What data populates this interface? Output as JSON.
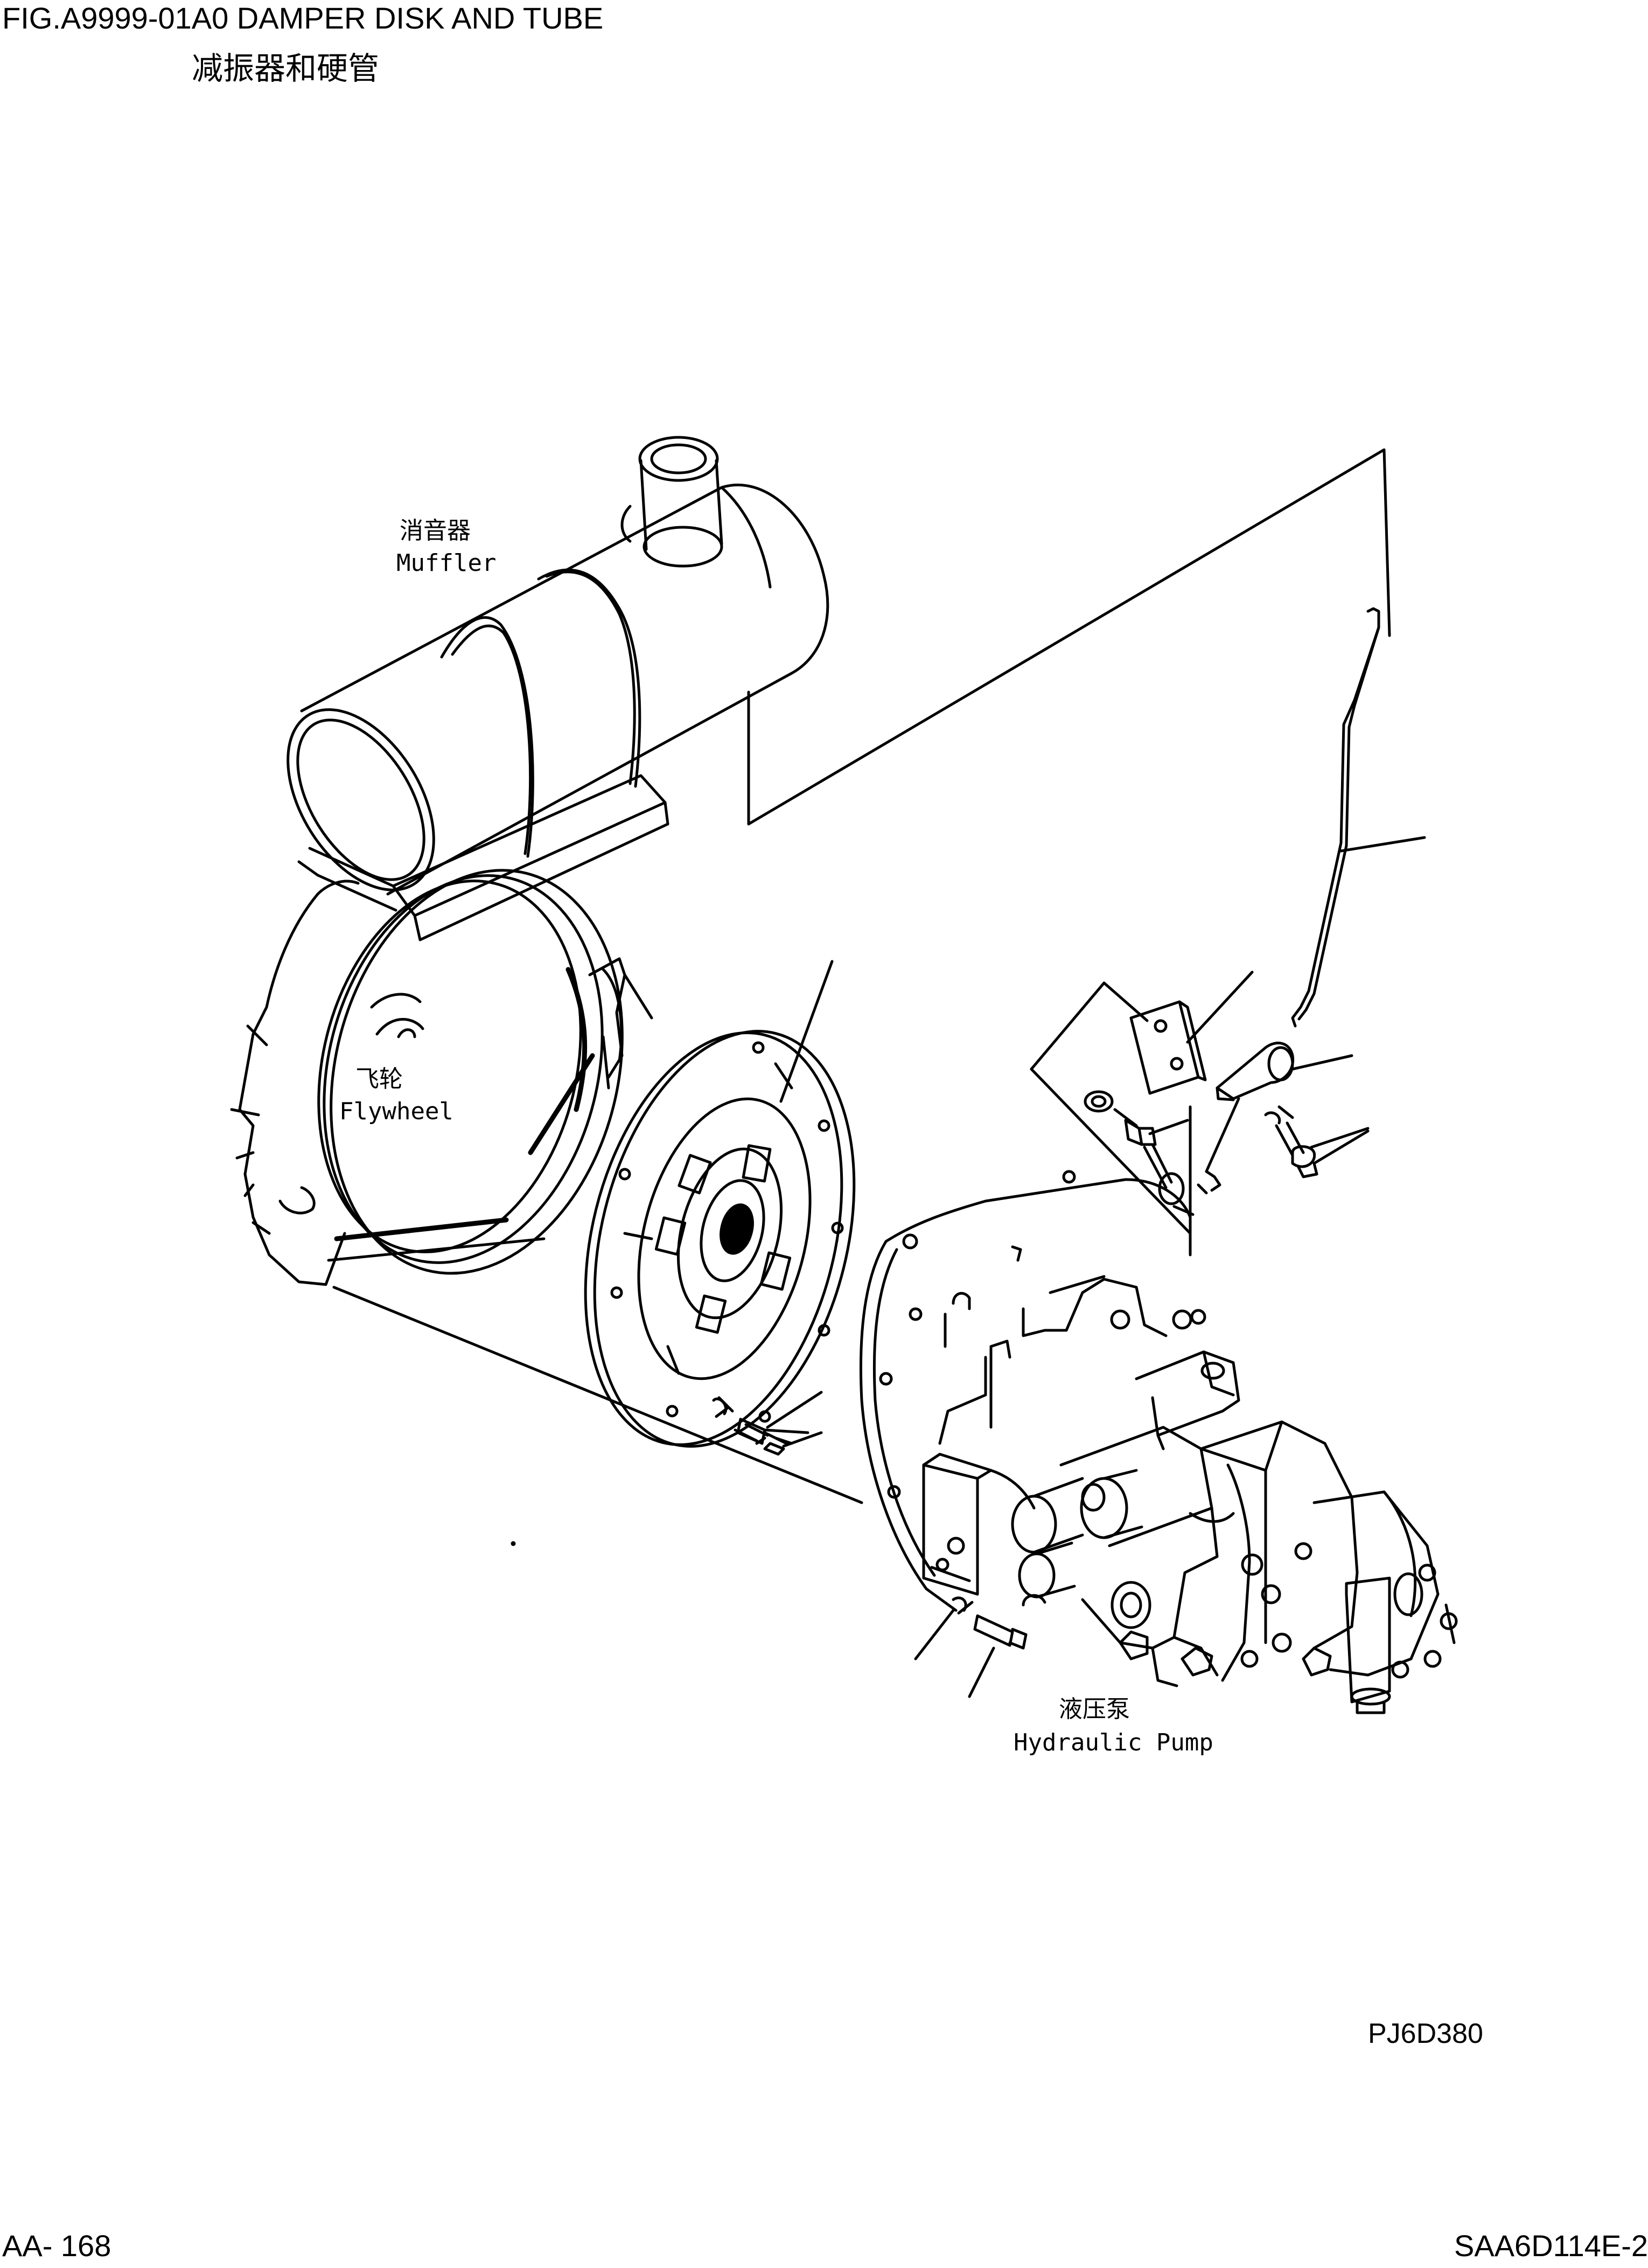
{
  "header": {
    "figure_title": "FIG.A9999-01A0   DAMPER DISK AND TUBE",
    "figure_title_cn": "减振器和硬管"
  },
  "labels": {
    "muffler_cn": "消音器",
    "muffler_en": "Muffler",
    "flywheel_cn": "飞轮",
    "flywheel_en": "Flywheel",
    "pump_cn": "液压泵",
    "pump_en": "Hydraulic Pump"
  },
  "footer": {
    "drawing_code": "PJ6D380",
    "page_number": "AA- 168",
    "model": "SAA6D114E-2"
  }
}
